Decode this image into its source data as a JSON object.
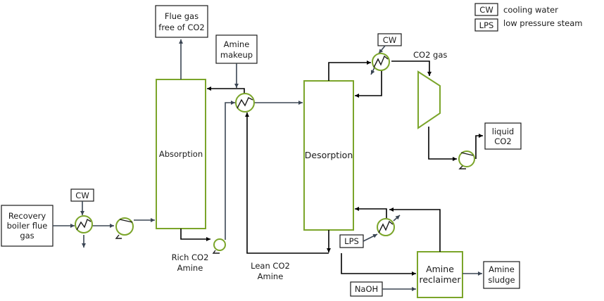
{
  "legend": {
    "cw_abbr": "CW",
    "cw_label": "cooling water",
    "lps_abbr": "LPS",
    "lps_label": "low pressure steam"
  },
  "streams": {
    "recovery_boiler": [
      "Recovery",
      "boiler flue",
      "gas"
    ],
    "flue_gas_free": [
      "Flue gas",
      "free of CO2"
    ],
    "amine_makeup": [
      "Amine",
      "makeup"
    ],
    "rich_amine": [
      "Rich CO2",
      "Amine"
    ],
    "lean_amine": [
      "Lean CO2",
      "Amine"
    ],
    "co2_gas": "CO2 gas",
    "liquid_co2": [
      "liquid",
      "CO2"
    ],
    "amine_sludge": [
      "Amine",
      "sludge"
    ],
    "naoh": "NaOH"
  },
  "units": {
    "absorption": "Absorption",
    "desorption": "Desorption",
    "reclaimer": [
      "Amine",
      "reclaimer"
    ]
  },
  "utilities": {
    "cw_inlet": "CW",
    "cw_condenser": "CW",
    "lps_reboiler": "LPS"
  },
  "colors": {
    "equipment": "#7ba52a",
    "main_flow": "#000000",
    "aux_flow": "#3b4654"
  }
}
